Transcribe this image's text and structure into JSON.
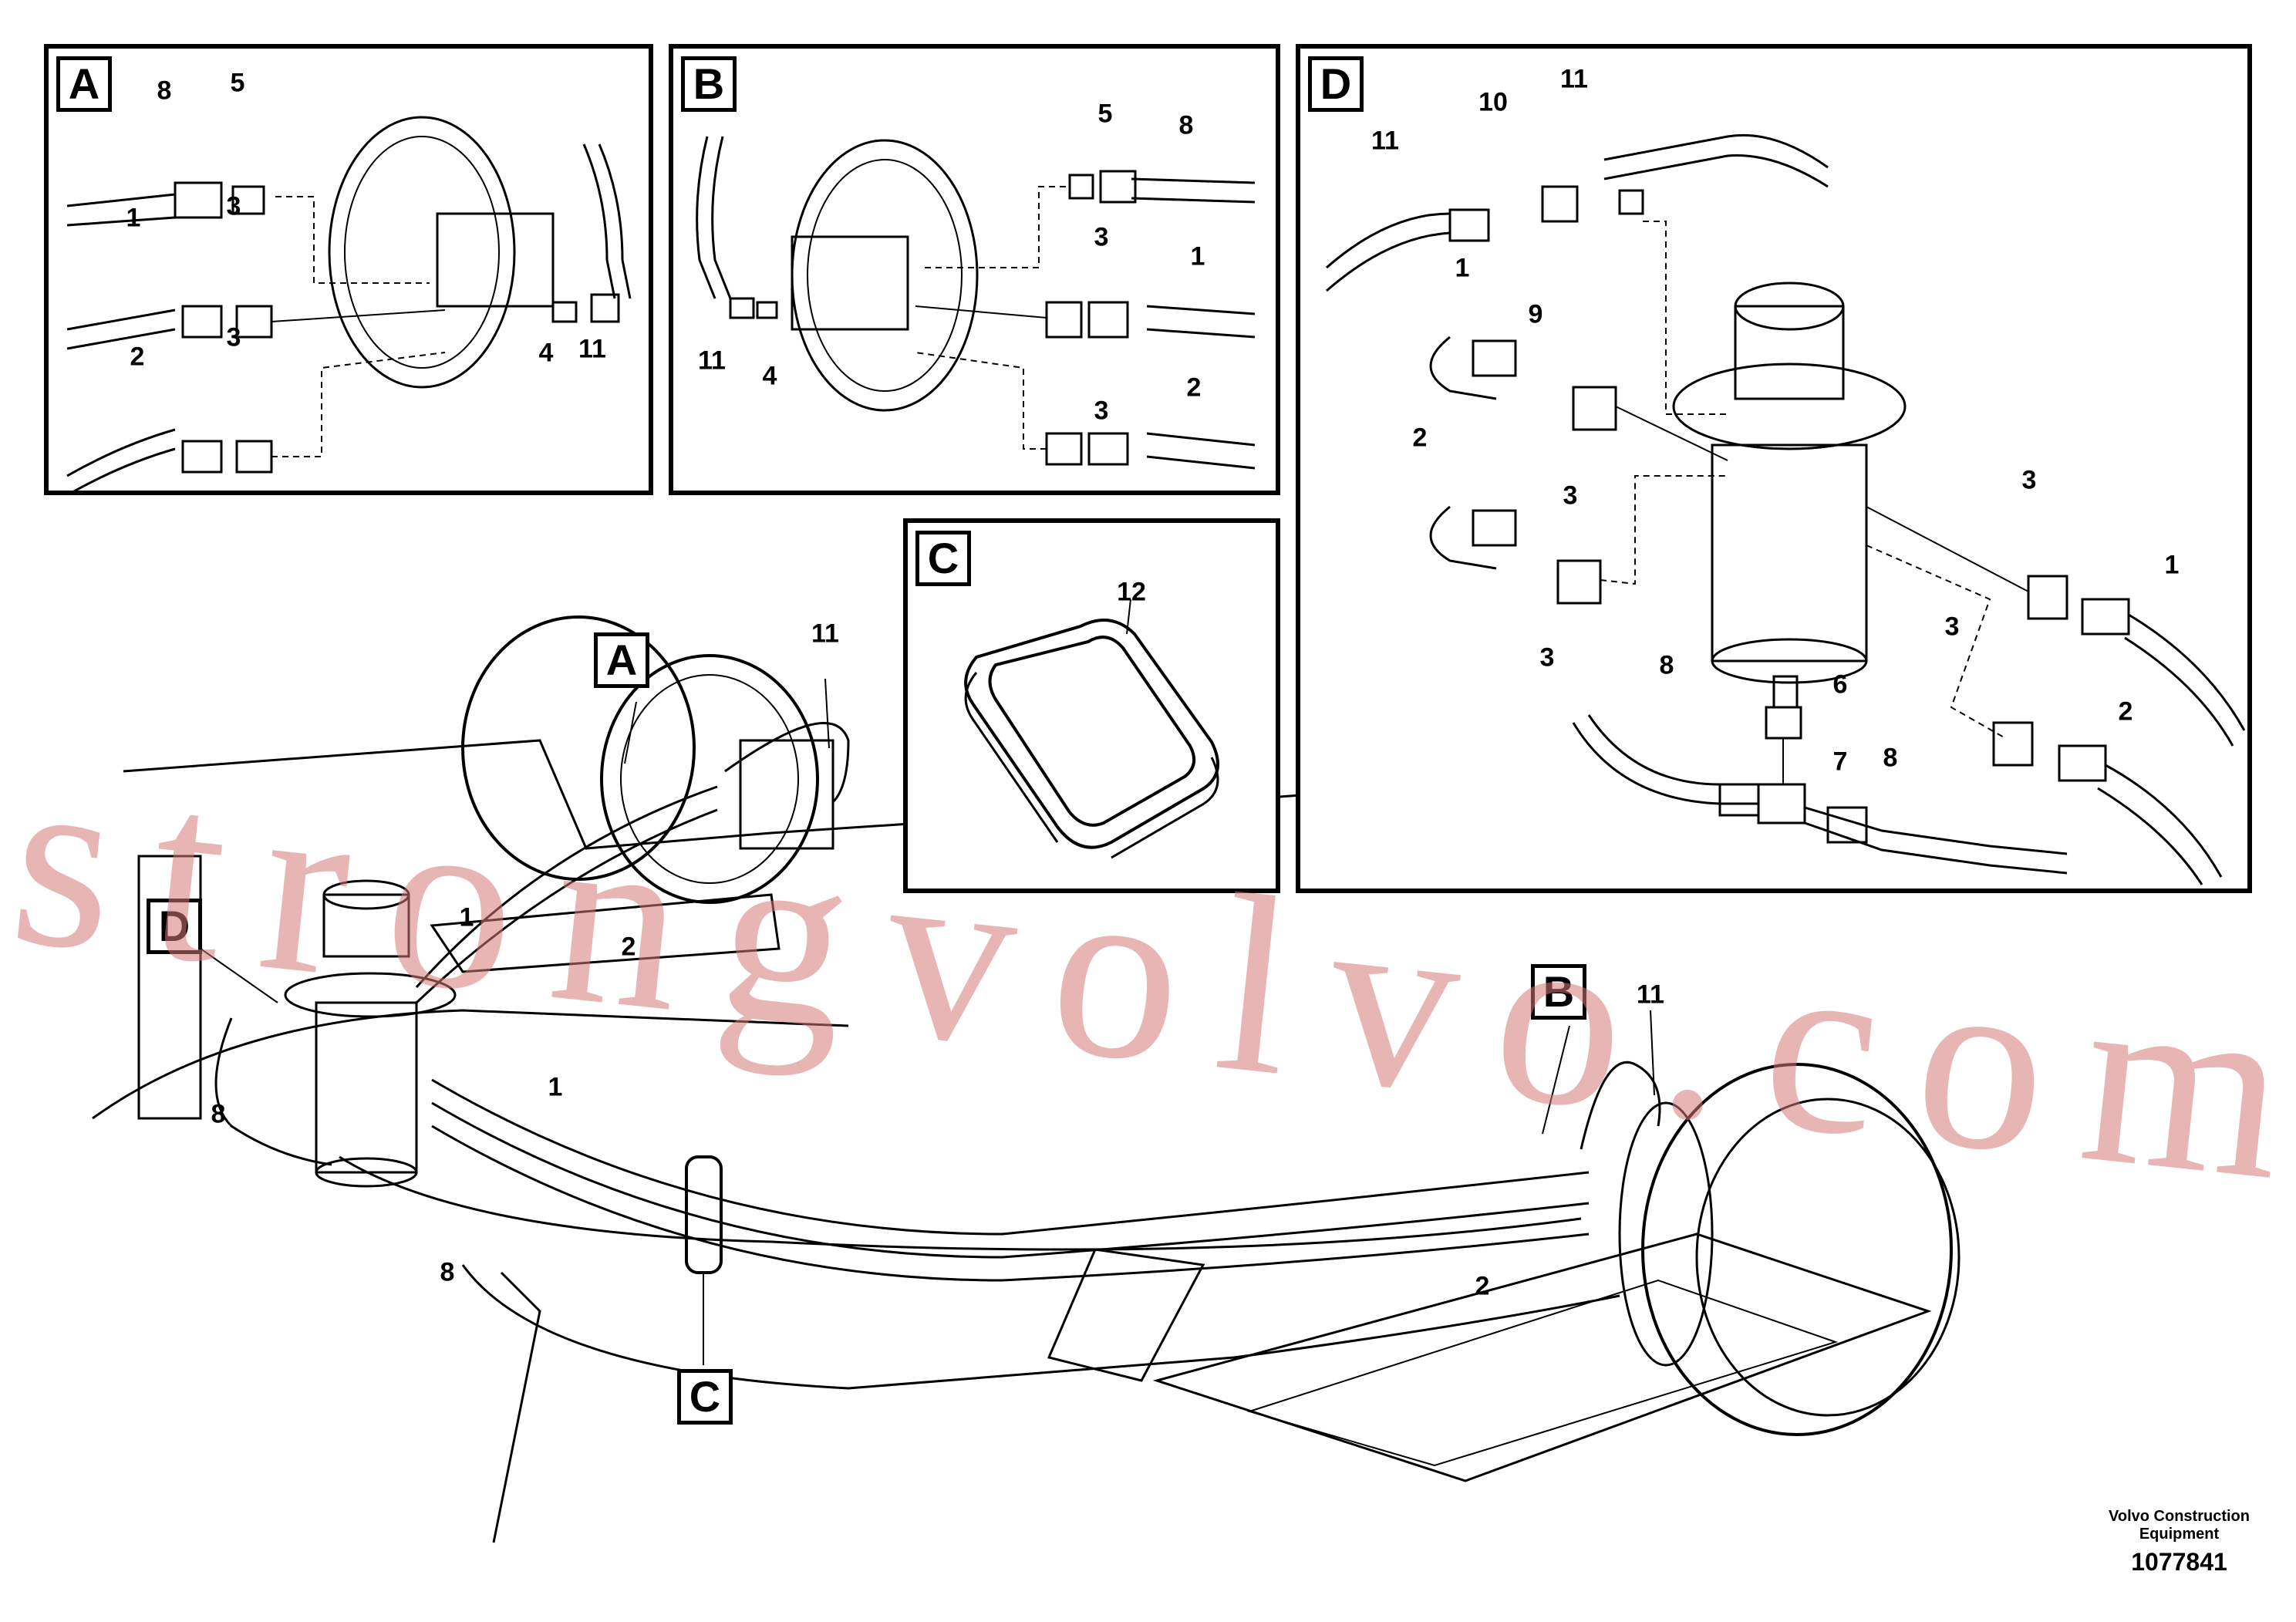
{
  "panels": {
    "A": {
      "letter": "A",
      "callouts": [
        "8",
        "5",
        "1",
        "3",
        "2",
        "3",
        "4",
        "11"
      ]
    },
    "B": {
      "letter": "B",
      "callouts": [
        "5",
        "8",
        "3",
        "1",
        "11",
        "4",
        "3",
        "2"
      ]
    },
    "C": {
      "letter": "C",
      "callouts": [
        "12"
      ]
    },
    "D": {
      "letter": "D",
      "callouts": [
        "11",
        "10",
        "11",
        "9",
        "1",
        "2",
        "3",
        "3",
        "3",
        "1",
        "6",
        "8",
        "7",
        "3",
        "2",
        "8"
      ]
    }
  },
  "main": {
    "labels": [
      "A",
      "B",
      "C",
      "D"
    ],
    "callouts": [
      "11",
      "1",
      "2",
      "11",
      "1",
      "8",
      "8",
      "2"
    ]
  },
  "watermark": "strongvolvo.com",
  "footer": {
    "company_line1": "Volvo Construction",
    "company_line2": "Equipment",
    "drawing_number": "1077841"
  }
}
